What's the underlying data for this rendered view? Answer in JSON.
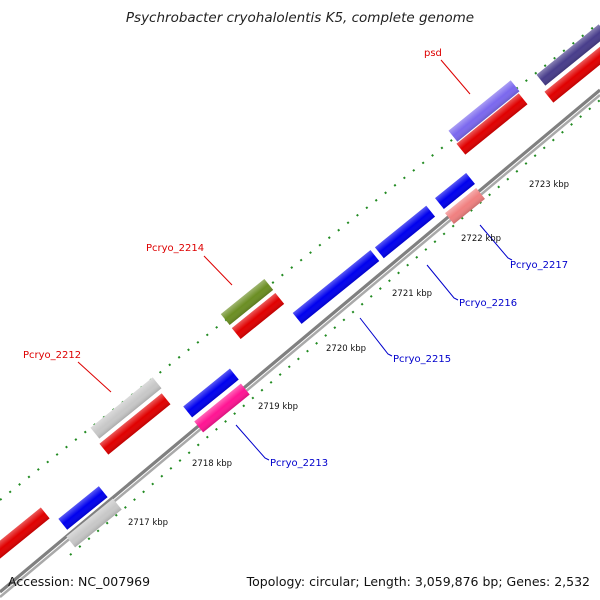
{
  "title": "Psychrobacter cryohalolentis K5, complete genome",
  "footer": {
    "accession": "Accession: NC_007969",
    "summary": "Topology: circular; Length: 3,059,876 bp; Genes: 2,532"
  },
  "scale_labels": [
    "2717 kbp",
    "2718 kbp",
    "2719 kbp",
    "2720 kbp",
    "2721 kbp",
    "2722 kbp",
    "2723 kbp"
  ],
  "gene_labels": [
    "psd",
    "Pcryo_2214",
    "Pcryo_2212",
    "Pcryo_2217",
    "Pcryo_2216",
    "Pcryo_2215",
    "Pcryo_2213"
  ],
  "colors": {
    "backbone": "#808080",
    "tick": "#228b22",
    "cds_forward": "#ff0000",
    "cds_reverse": "#0000ff",
    "label_forward": "#dd0000",
    "label_reverse": "#0000cc"
  }
}
